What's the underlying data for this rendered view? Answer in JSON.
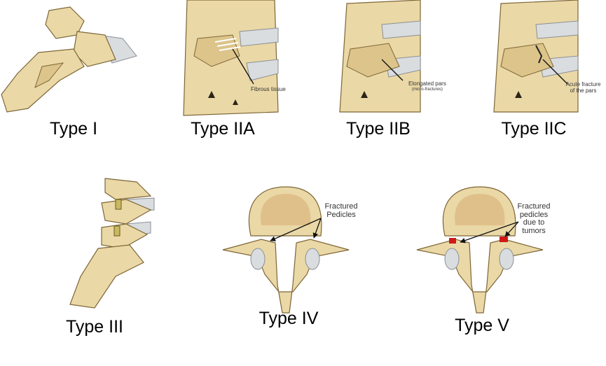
{
  "figure": {
    "panels": [
      {
        "caption": "Type I"
      },
      {
        "caption": "Type IIA",
        "annotation": "Fibrous tissue"
      },
      {
        "caption": "Type IIB",
        "annotation": "Elongated pars",
        "annotation_sub": "(micro-fractures)"
      },
      {
        "caption": "Type IIC",
        "annotation": "Acute fracture of the pars"
      },
      {
        "caption": "Type III"
      },
      {
        "caption": "Type IV",
        "annotation": "Fractured Pedicles"
      },
      {
        "caption": "Type V",
        "annotation": "Fractured pedicles due to tumors"
      }
    ],
    "colors": {
      "bone": "#ead8a6",
      "disc": "#d9dde0",
      "tumor": "#d01818"
    }
  }
}
